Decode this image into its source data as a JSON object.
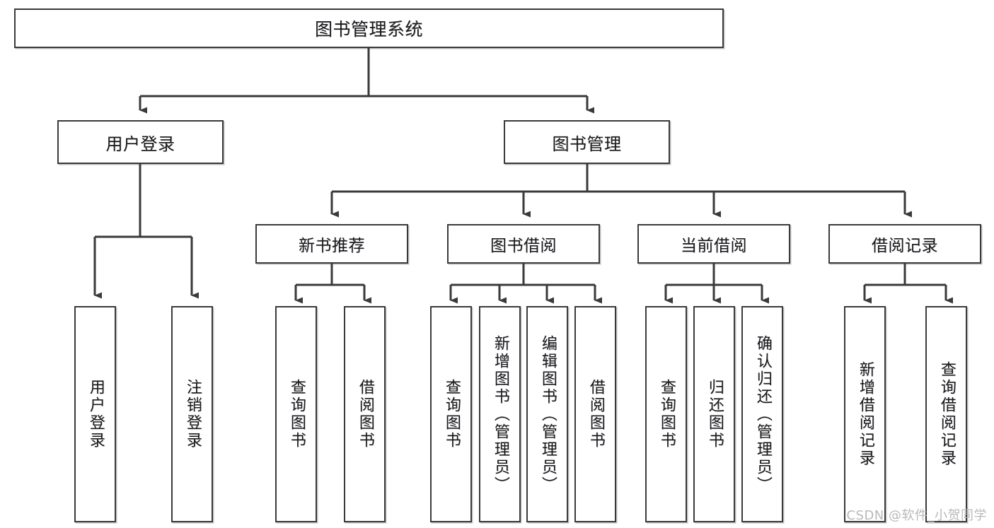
{
  "diagram": {
    "type": "tree-hierarchy",
    "title": "图书管理系统",
    "watermark": "CSDN @软件_小贺同学",
    "colors": {
      "box_border": "#3a3a3a",
      "box_fill": "#ffffff",
      "connector": "#3a3a3a",
      "text": "#1a1a1a",
      "watermark": "#b9b9b9"
    },
    "nodes": {
      "root": {
        "label": "图书管理系统"
      },
      "level2": [
        {
          "id": "user-login",
          "label": "用户登录"
        },
        {
          "id": "book-management",
          "label": "图书管理"
        }
      ],
      "level3": [
        {
          "id": "new-book-recommend",
          "label": "新书推荐"
        },
        {
          "id": "book-borrow",
          "label": "图书借阅"
        },
        {
          "id": "current-borrow",
          "label": "当前借阅"
        },
        {
          "id": "borrow-record",
          "label": "借阅记录"
        }
      ],
      "leaves": {
        "user_login": [
          {
            "id": "leaf-user-login",
            "label": "用户登录"
          },
          {
            "id": "leaf-logout-login",
            "label": "注销登录"
          }
        ],
        "new_book_recommend": [
          {
            "id": "leaf-query-book-1",
            "label": "查询图书"
          },
          {
            "id": "leaf-borrow-book-1",
            "label": "借阅图书"
          }
        ],
        "book_borrow": [
          {
            "id": "leaf-query-book-2",
            "label": "查询图书"
          },
          {
            "id": "leaf-add-book-admin",
            "label": "新增图书（管理员）"
          },
          {
            "id": "leaf-edit-book-admin",
            "label": "编辑图书（管理员）"
          },
          {
            "id": "leaf-borrow-book-2",
            "label": "借阅图书"
          }
        ],
        "current_borrow": [
          {
            "id": "leaf-query-book-3",
            "label": "查询图书"
          },
          {
            "id": "leaf-return-book",
            "label": "归还图书"
          },
          {
            "id": "leaf-confirm-return-admin",
            "label": "确认归还（管理员）"
          }
        ],
        "borrow_record": [
          {
            "id": "leaf-add-borrow-record",
            "label": "新增借阅记录"
          },
          {
            "id": "leaf-query-borrow-record",
            "label": "查询借阅记录"
          }
        ]
      }
    }
  }
}
